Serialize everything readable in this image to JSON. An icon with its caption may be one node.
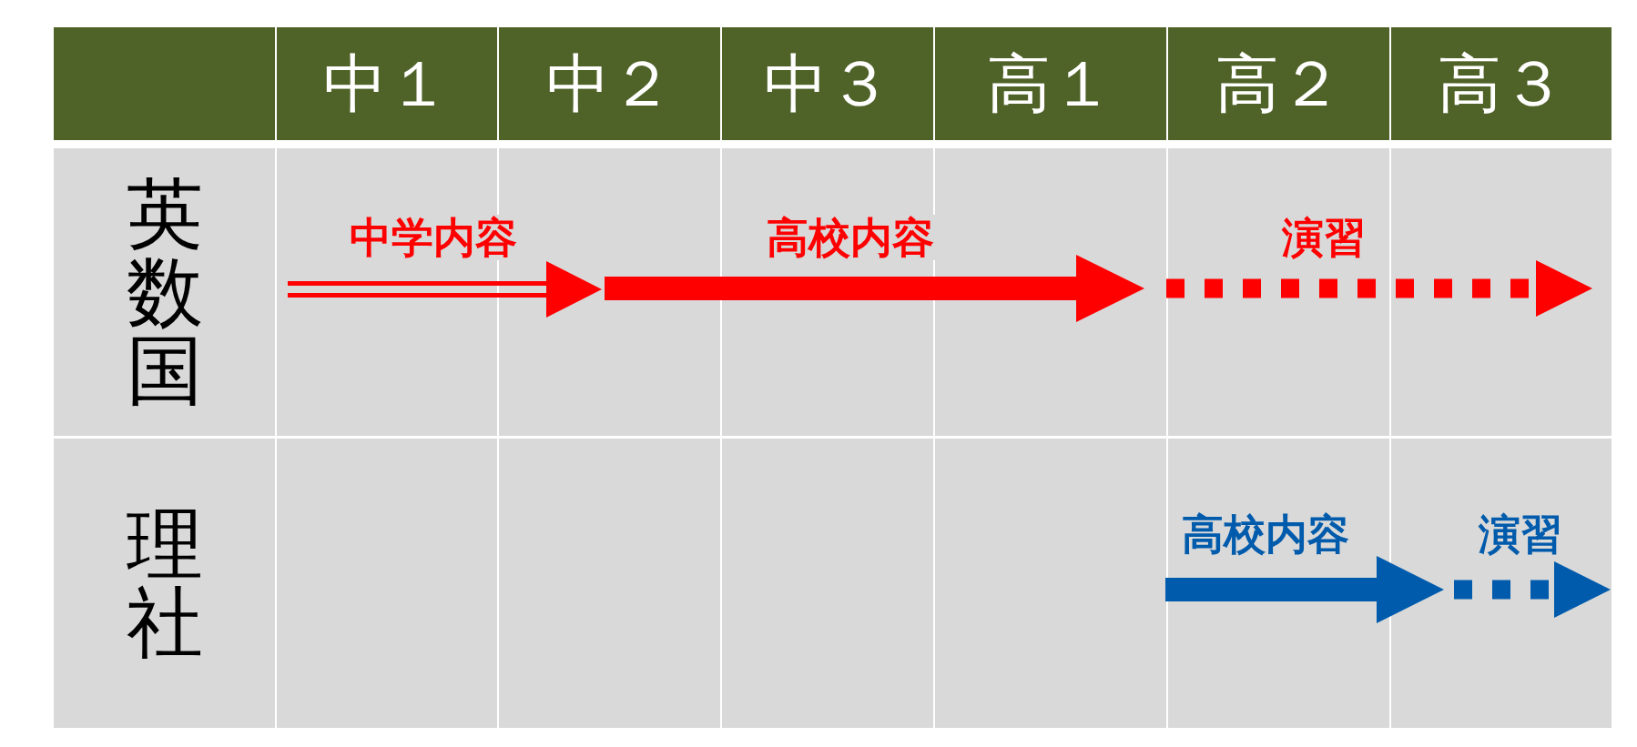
{
  "diagram": {
    "labels": [
      "中１",
      "中２",
      "中３",
      "高１",
      "高２",
      "高３",
      "英数国",
      "中学内容",
      "高校内容",
      "演習",
      "理社",
      "高校内容",
      "演習"
    ]
  }
}
